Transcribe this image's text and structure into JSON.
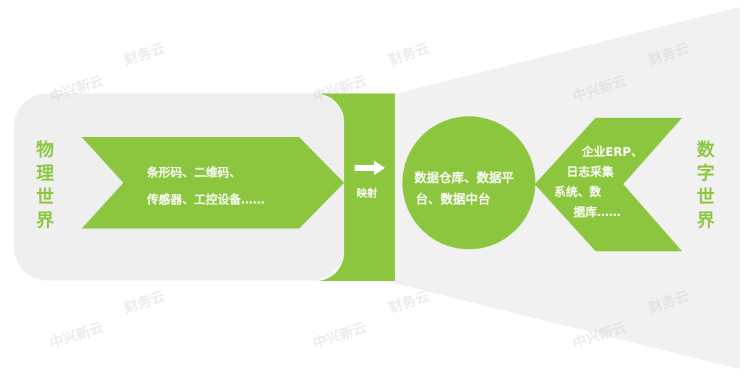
{
  "diagram": {
    "left_title": "物理世界",
    "right_title": "数字世界",
    "physical_devices": [
      "条形码、二维码、",
      "传感器、工控设备……"
    ],
    "mapping_label": "映射",
    "data_platforms": [
      "数据仓库、数据平",
      "台、数据中台"
    ],
    "collection_sources": [
      "企业ERP、",
      "日志采集",
      "系统、数",
      "据库……"
    ]
  },
  "watermark": {
    "text": "中兴新云",
    "brand": "财务云"
  },
  "colors": {
    "accent_green": "#8cc63f",
    "panel_gray": "#efefef",
    "text_white": "#ffffff"
  }
}
